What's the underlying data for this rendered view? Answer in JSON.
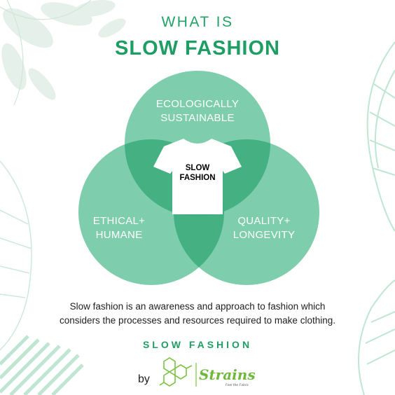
{
  "header": {
    "title_small": "WHAT IS",
    "title_big": "SLOW FASHION"
  },
  "venn": {
    "center_line1": "SLOW",
    "center_line2": "FASHION",
    "top": {
      "line1": "ECOLOGICALLY",
      "line2": "SUSTAINABLE"
    },
    "left": {
      "line1": "ETHICAL+",
      "line2": "HUMANE"
    },
    "right": {
      "line1": "QUALITY+",
      "line2": "LONGEVITY"
    }
  },
  "description": {
    "line1": "Slow fashion is an awareness and approach to fashion which",
    "line2": "considers the processes and resources required to make clothing."
  },
  "footer": {
    "title": "SLOW FASHION",
    "by": "by",
    "brand": "Strains",
    "tagline": "Feel the Fabric"
  },
  "colors": {
    "primary_green": "#1e9e62",
    "circle_green": "#5ec299",
    "overlap_green": "#3fae7f"
  }
}
